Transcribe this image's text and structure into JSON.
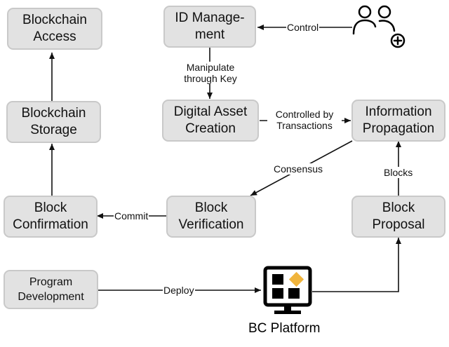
{
  "colors": {
    "node_fill": "#e2e2e2",
    "node_border": "#c9c9c9",
    "line": "#111111",
    "platform_tile": "#000000",
    "platform_accent": "#f0b43c"
  },
  "nodes": {
    "blockchain_access": [
      "Blockchain",
      "Access"
    ],
    "id_management": [
      "ID Manage-",
      "ment"
    ],
    "blockchain_storage": [
      "Blockchain",
      "Storage"
    ],
    "digital_asset_creation": [
      "Digital Asset",
      "Creation"
    ],
    "information_propagation": [
      "Information",
      "Propagation"
    ],
    "block_confirmation": [
      "Block",
      "Confirmation"
    ],
    "block_verification": [
      "Block",
      "Verification"
    ],
    "block_proposal": [
      "Block",
      "Proposal"
    ],
    "program_development": [
      "Program",
      "Development"
    ]
  },
  "edge_labels": {
    "control": "Control",
    "manipulate": [
      "Manipulate",
      "through Key"
    ],
    "controlled_by": [
      "Controlled by",
      "Transactions"
    ],
    "consensus": "Consensus",
    "blocks": "Blocks",
    "commit": "Commit",
    "deploy": "Deploy"
  },
  "icons": {
    "users": "add-users-icon",
    "platform": "bc-platform-icon"
  },
  "platform_label": "BC Platform"
}
